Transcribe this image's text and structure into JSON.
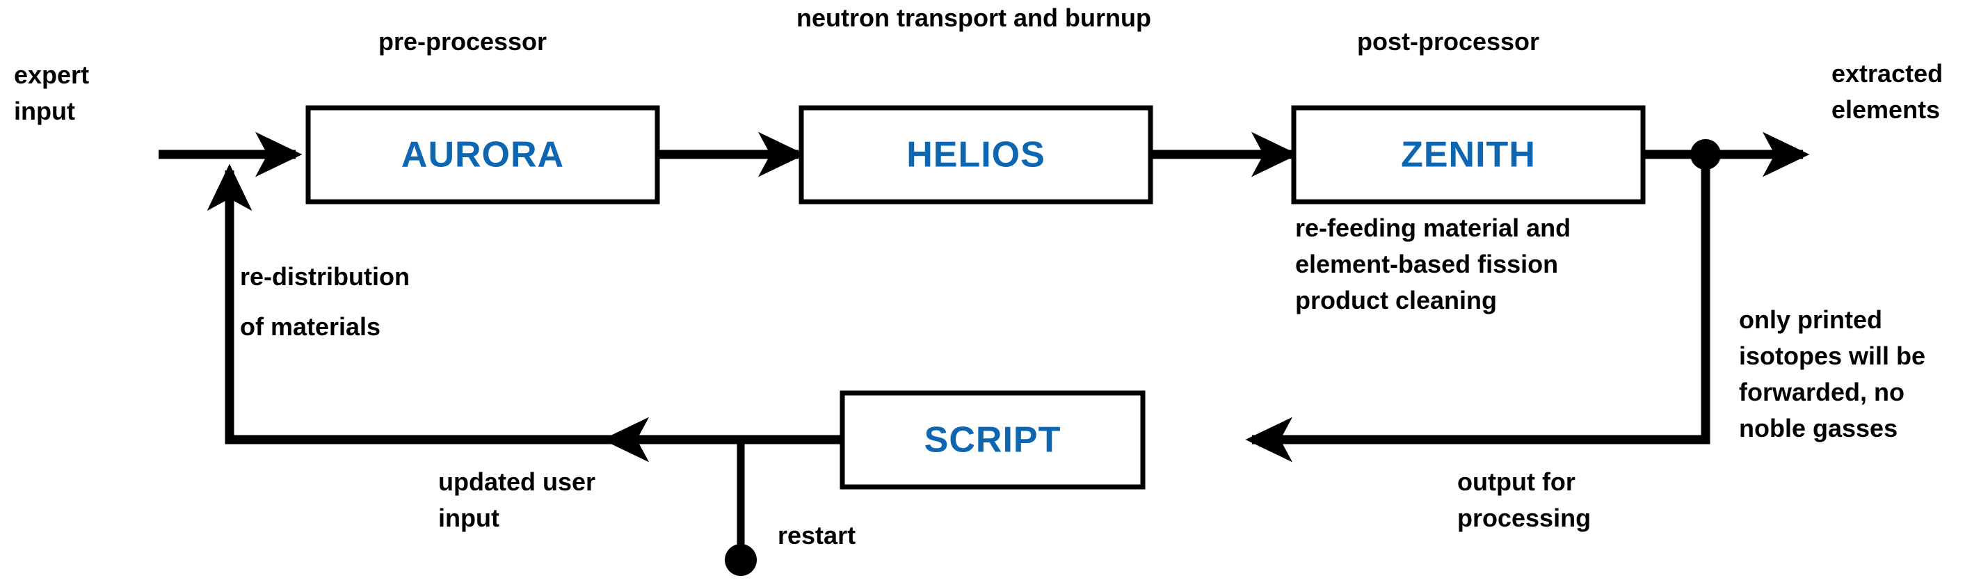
{
  "diagram": {
    "title": "AURORA / HELIOS / ZENITH depletion workflow",
    "accent_color": "#0f66b0",
    "line_color": "#000000",
    "background_color": "#ffffff",
    "boxes": [
      {
        "id": "aurora",
        "label": "AURORA",
        "caption": "pre-processor"
      },
      {
        "id": "helios",
        "label": "HELIOS",
        "caption": "neutron transport and burnup"
      },
      {
        "id": "zenith",
        "label": "ZENITH",
        "caption": "post-processor"
      },
      {
        "id": "script",
        "label": "SCRIPT",
        "caption": ""
      }
    ],
    "annotations": {
      "expert_input": [
        "expert",
        "input"
      ],
      "extracted_elements": [
        "extracted",
        "elements"
      ],
      "zenith_note": [
        "re-feeding material and",
        "element-based fission",
        "product cleaning"
      ],
      "isotope_note": [
        "only printed",
        "isotopes will be",
        "forwarded, no",
        "noble gasses"
      ],
      "output_note": [
        "output for",
        "processing"
      ],
      "updated_user_input": [
        "updated user",
        "input"
      ],
      "redistribution": [
        "re-distribution",
        "of materials"
      ],
      "restart": "restart"
    },
    "captions": {
      "pre_processor": "pre-processor",
      "neutron_transport": "neutron transport and burnup",
      "post_processor": "post-processor"
    }
  }
}
